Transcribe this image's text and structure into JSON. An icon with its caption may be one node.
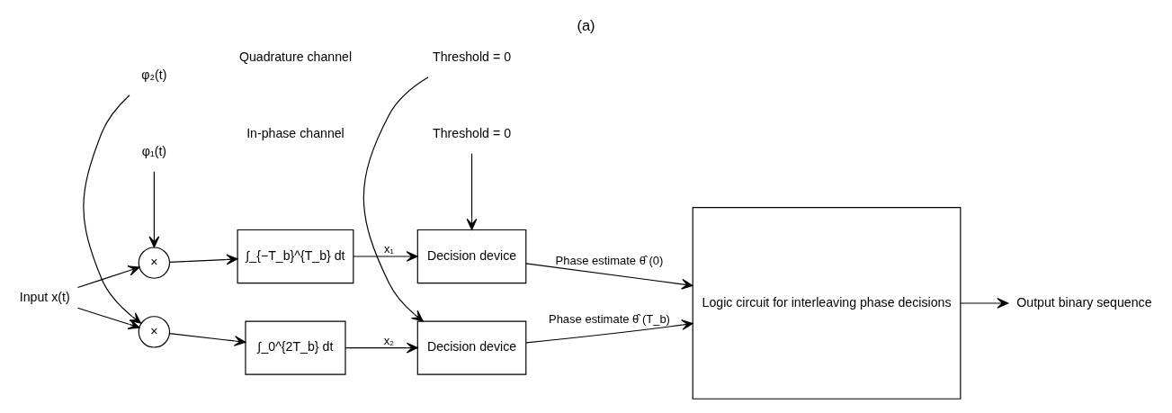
{
  "diagram": {
    "title": "(a)",
    "nodes": [
      {
        "text": [
          "Input x(t)"
        ]
      },
      {
        "text": [
          "×"
        ]
      },
      {
        "text": [
          "φ₁(t)"
        ]
      },
      {
        "text": [
          "∫_{−T_b}^{T_b} dt"
        ]
      },
      {
        "text": [
          "Decision device"
        ]
      },
      {
        "text": [
          "Threshold = 0"
        ]
      },
      {
        "text": [
          "×"
        ]
      },
      {
        "text": [
          "φ₂(t)"
        ]
      },
      {
        "text": [
          "∫_0^{2T_b} dt"
        ]
      },
      {
        "text": [
          "Decision device"
        ]
      },
      {
        "text": [
          "Threshold = 0"
        ]
      },
      {
        "text": [
          "Logic circuit for interleaving phase decisions"
        ]
      },
      {
        "text": [
          "Output binary sequence"
        ]
      }
    ],
    "edges": [
      {
        "from": 0,
        "to": 1,
        "arrow": "to"
      },
      {
        "from": 0,
        "to": 6,
        "arrow": "to"
      },
      {
        "from": 2,
        "to": 1,
        "arrow": "to"
      },
      {
        "from": 1,
        "to": 3,
        "arrow": "to"
      },
      {
        "from": 3,
        "to": 4,
        "arrow": "to",
        "label": "x₁"
      },
      {
        "from": 5,
        "to": 4,
        "arrow": "to"
      },
      {
        "from": 4,
        "to": 11,
        "arrow": "to",
        "label": "Phase estimate θ̂ (0)"
      },
      {
        "from": 7,
        "to": 6,
        "arrow": "to"
      },
      {
        "from": 6,
        "to": 8,
        "arrow": "to"
      },
      {
        "from": 8,
        "to": 9,
        "arrow": "to",
        "label": "x₂"
      },
      {
        "from": 10,
        "to": 9,
        "arrow": "to"
      },
      {
        "from": 9,
        "to": 11,
        "arrow": "to",
        "label": "Phase estimate θ̂ (T_b)"
      },
      {
        "from": 11,
        "to": 12,
        "arrow": "to"
      }
    ],
    "labels": [
      "In-phase channel",
      "Quadrature channel"
    ]
  }
}
